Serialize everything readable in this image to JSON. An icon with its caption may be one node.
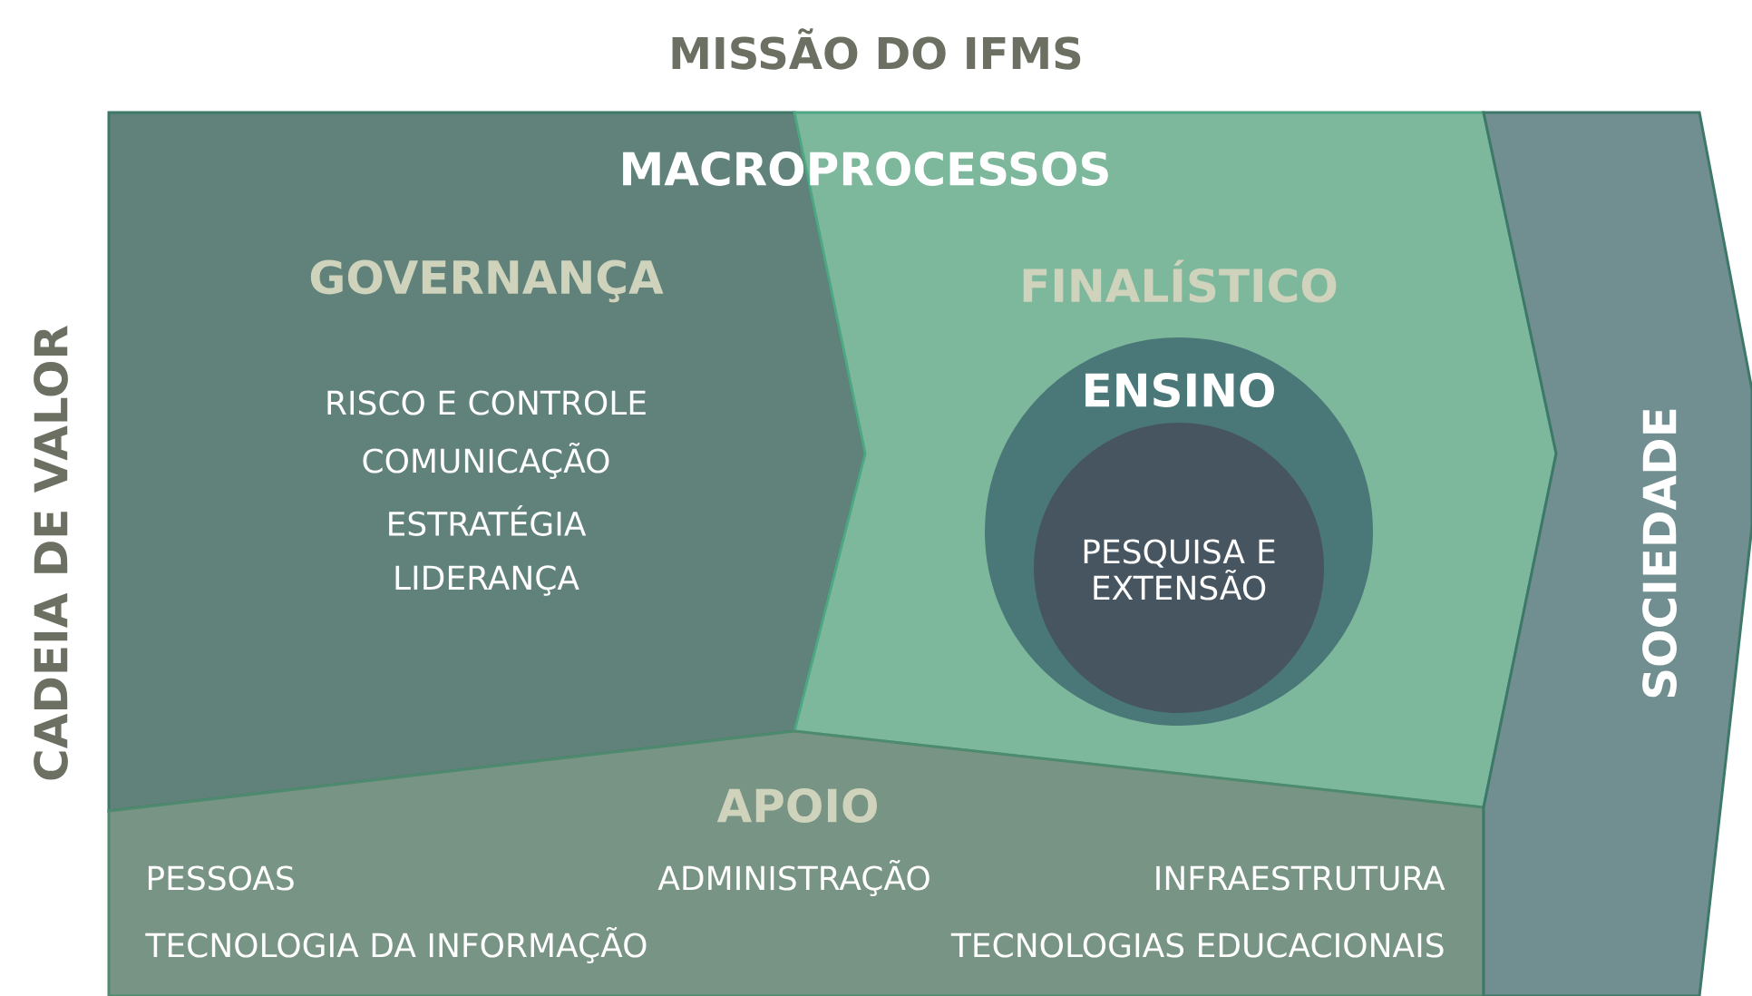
{
  "diagram": {
    "title": "MISSÃO DO IFMS",
    "nodes": [
      {
        "text": [
          "GOVERNANÇA",
          "RISCO E CONTROLE",
          "COMUNICAÇÃO",
          "ESTRATÉGIA",
          "LIDERANÇA"
        ]
      },
      {
        "text": [
          "FINALÍSTICO"
        ]
      },
      {
        "text": [
          "ENSINO"
        ],
        "in": 1
      },
      {
        "text": [
          "PESQUISA E EXTENSÃO"
        ],
        "in": 2
      },
      {
        "text": [
          "APOIO",
          "PESSOAS",
          "ADMINISTRAÇÃO",
          "INFRAESTRUTURA",
          "TECNOLOGIA DA INFORMAÇÃO",
          "TECNOLOGIAS EDUCACIONAIS"
        ]
      },
      {
        "text": [
          "SOCIEDADE"
        ]
      }
    ],
    "labels": [
      "MACROPROCESSOS",
      "CADEIA DE VALOR"
    ]
  }
}
